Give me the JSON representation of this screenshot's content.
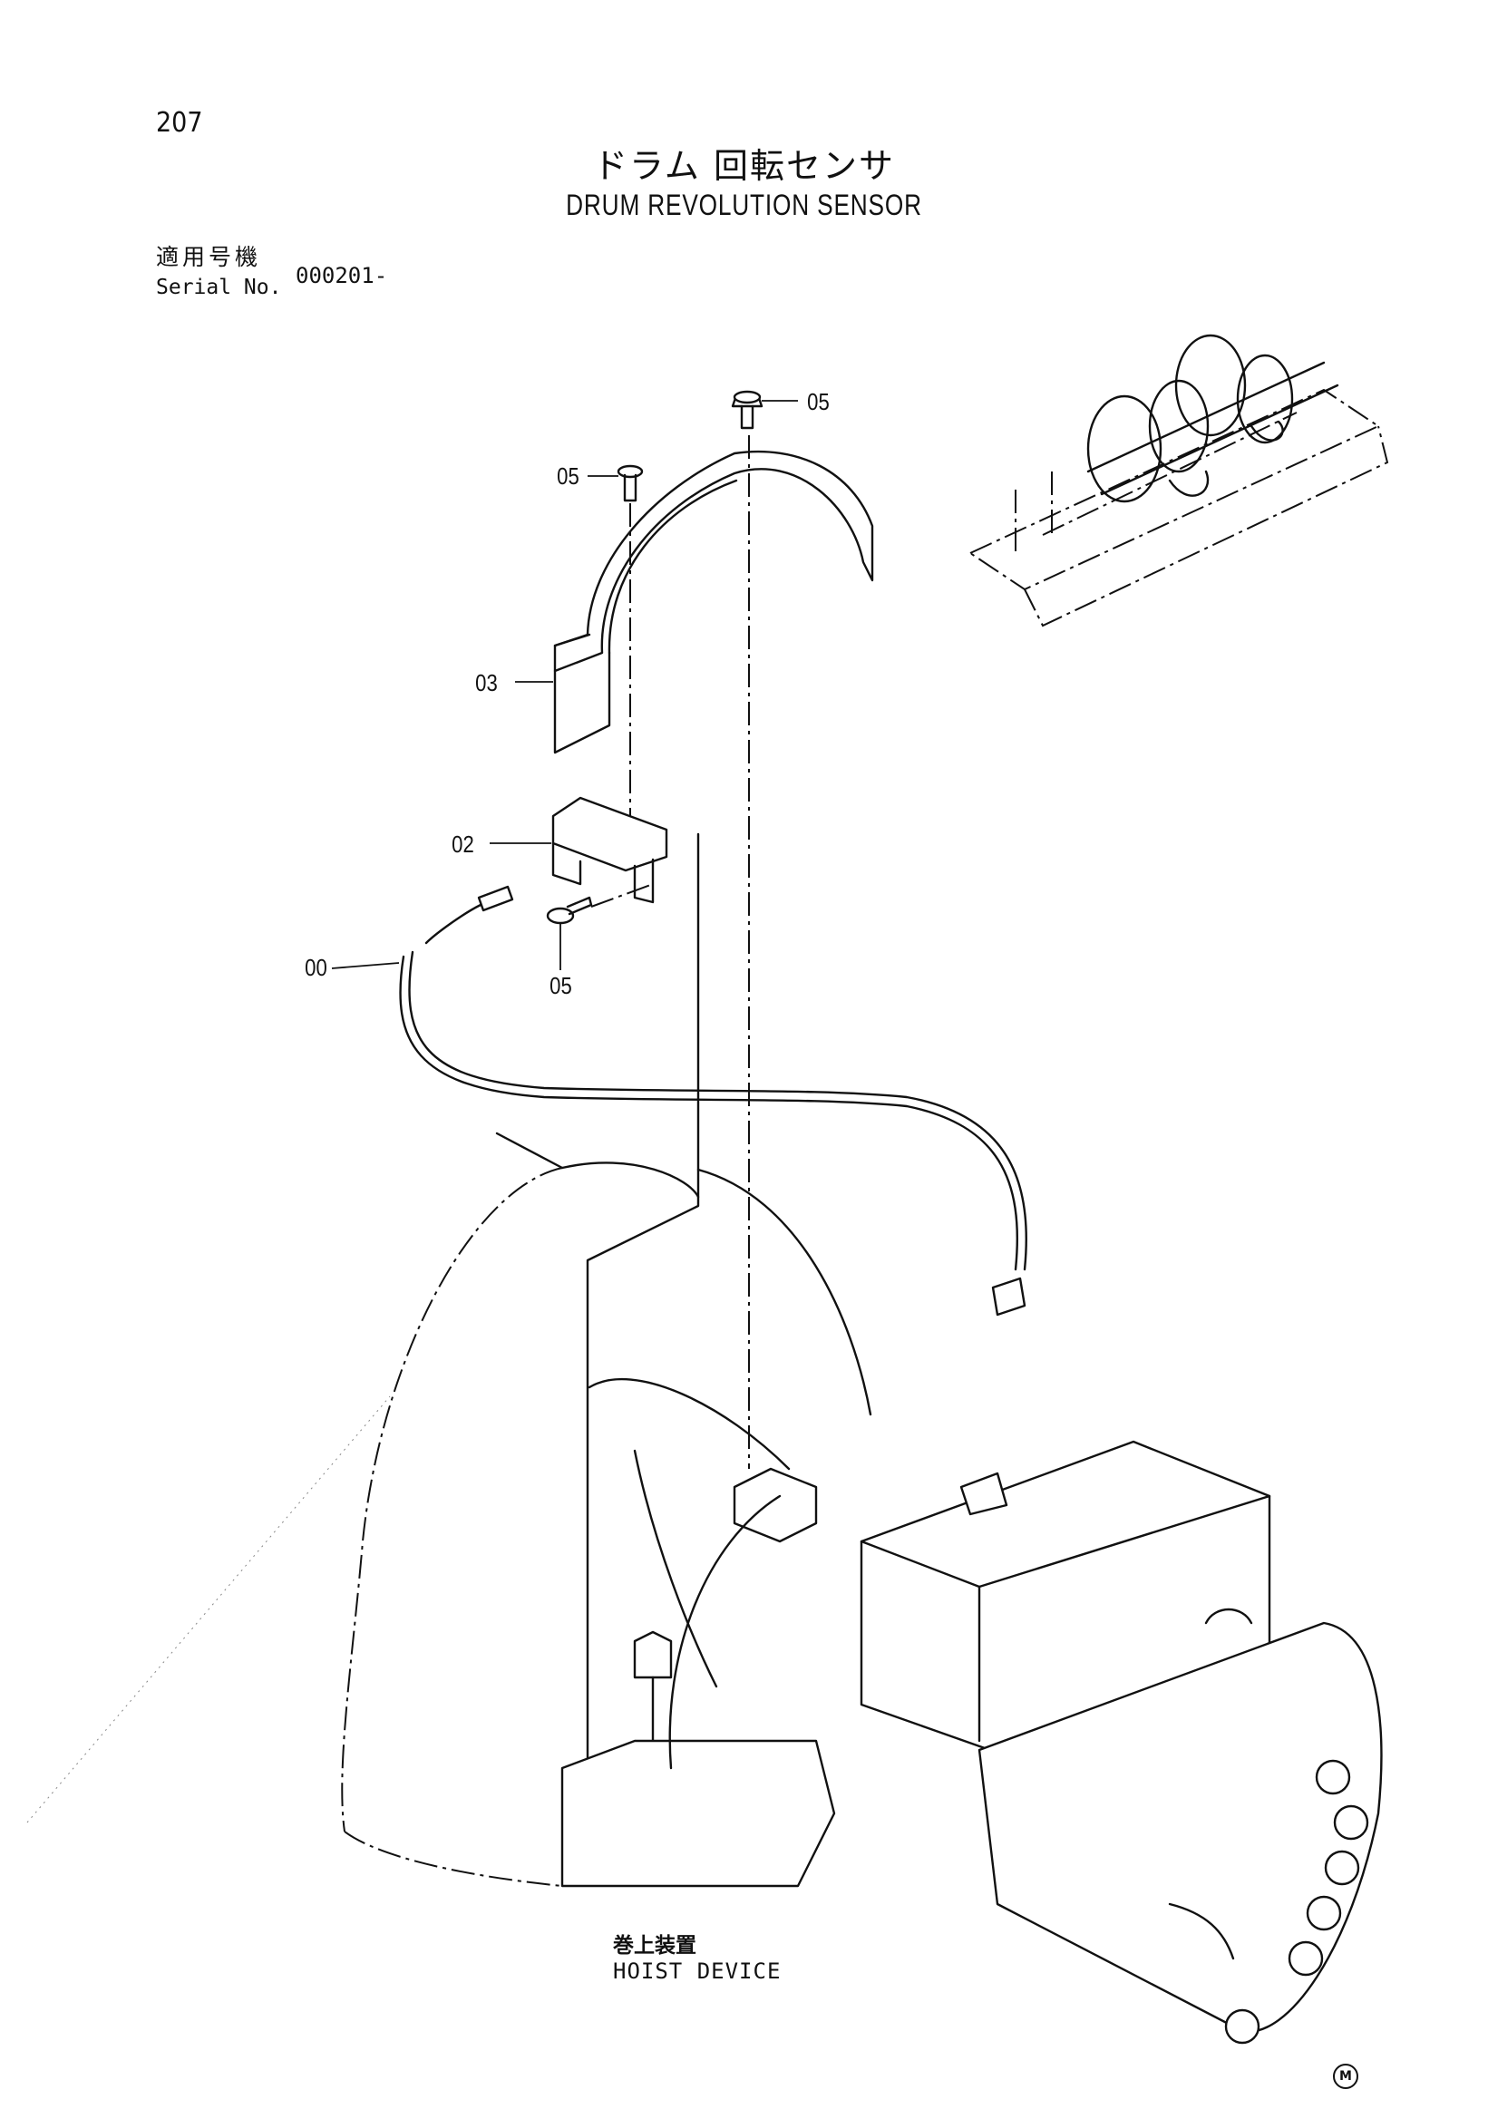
{
  "page_number": "207",
  "title": {
    "ja": "ドラム 回転センサ",
    "en": "DRUM REVOLUTION SENSOR"
  },
  "serial": {
    "label_ja": "適用号機",
    "label_en": "Serial No.",
    "value": "000201-"
  },
  "callouts": {
    "c05_top": "05",
    "c05_left": "05",
    "c03": "03",
    "c02": "02",
    "c00": "00",
    "c05_bottom": "05"
  },
  "assembly": {
    "label_ja": "巻上装置",
    "label_en": "HOIST DEVICE"
  },
  "mark": "M"
}
